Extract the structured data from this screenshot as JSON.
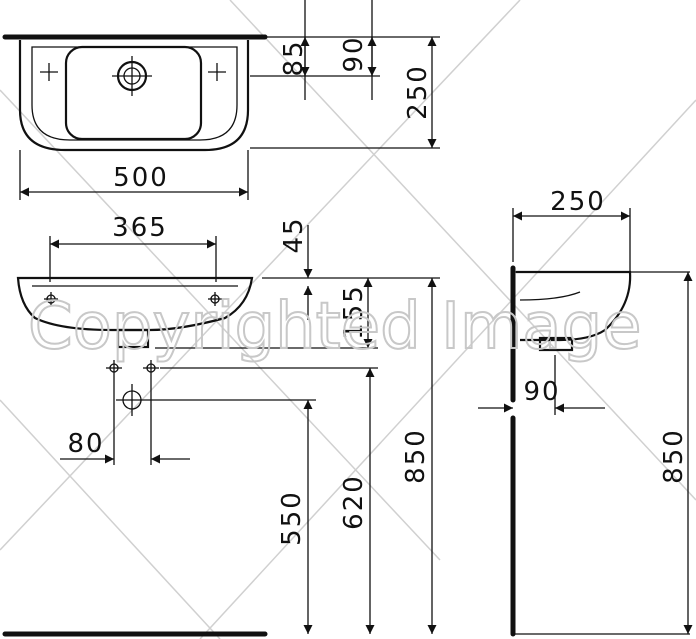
{
  "watermark": "Copyrighted Image",
  "dimensions": {
    "top_85": "85",
    "top_90": "90",
    "top_250": "250",
    "top_500": "500",
    "front_365": "365",
    "front_45": "45",
    "front_155": "155",
    "front_80": "80",
    "front_550": "550",
    "front_620": "620",
    "front_850": "850",
    "side_250": "250",
    "side_90": "90",
    "side_850": "850"
  }
}
